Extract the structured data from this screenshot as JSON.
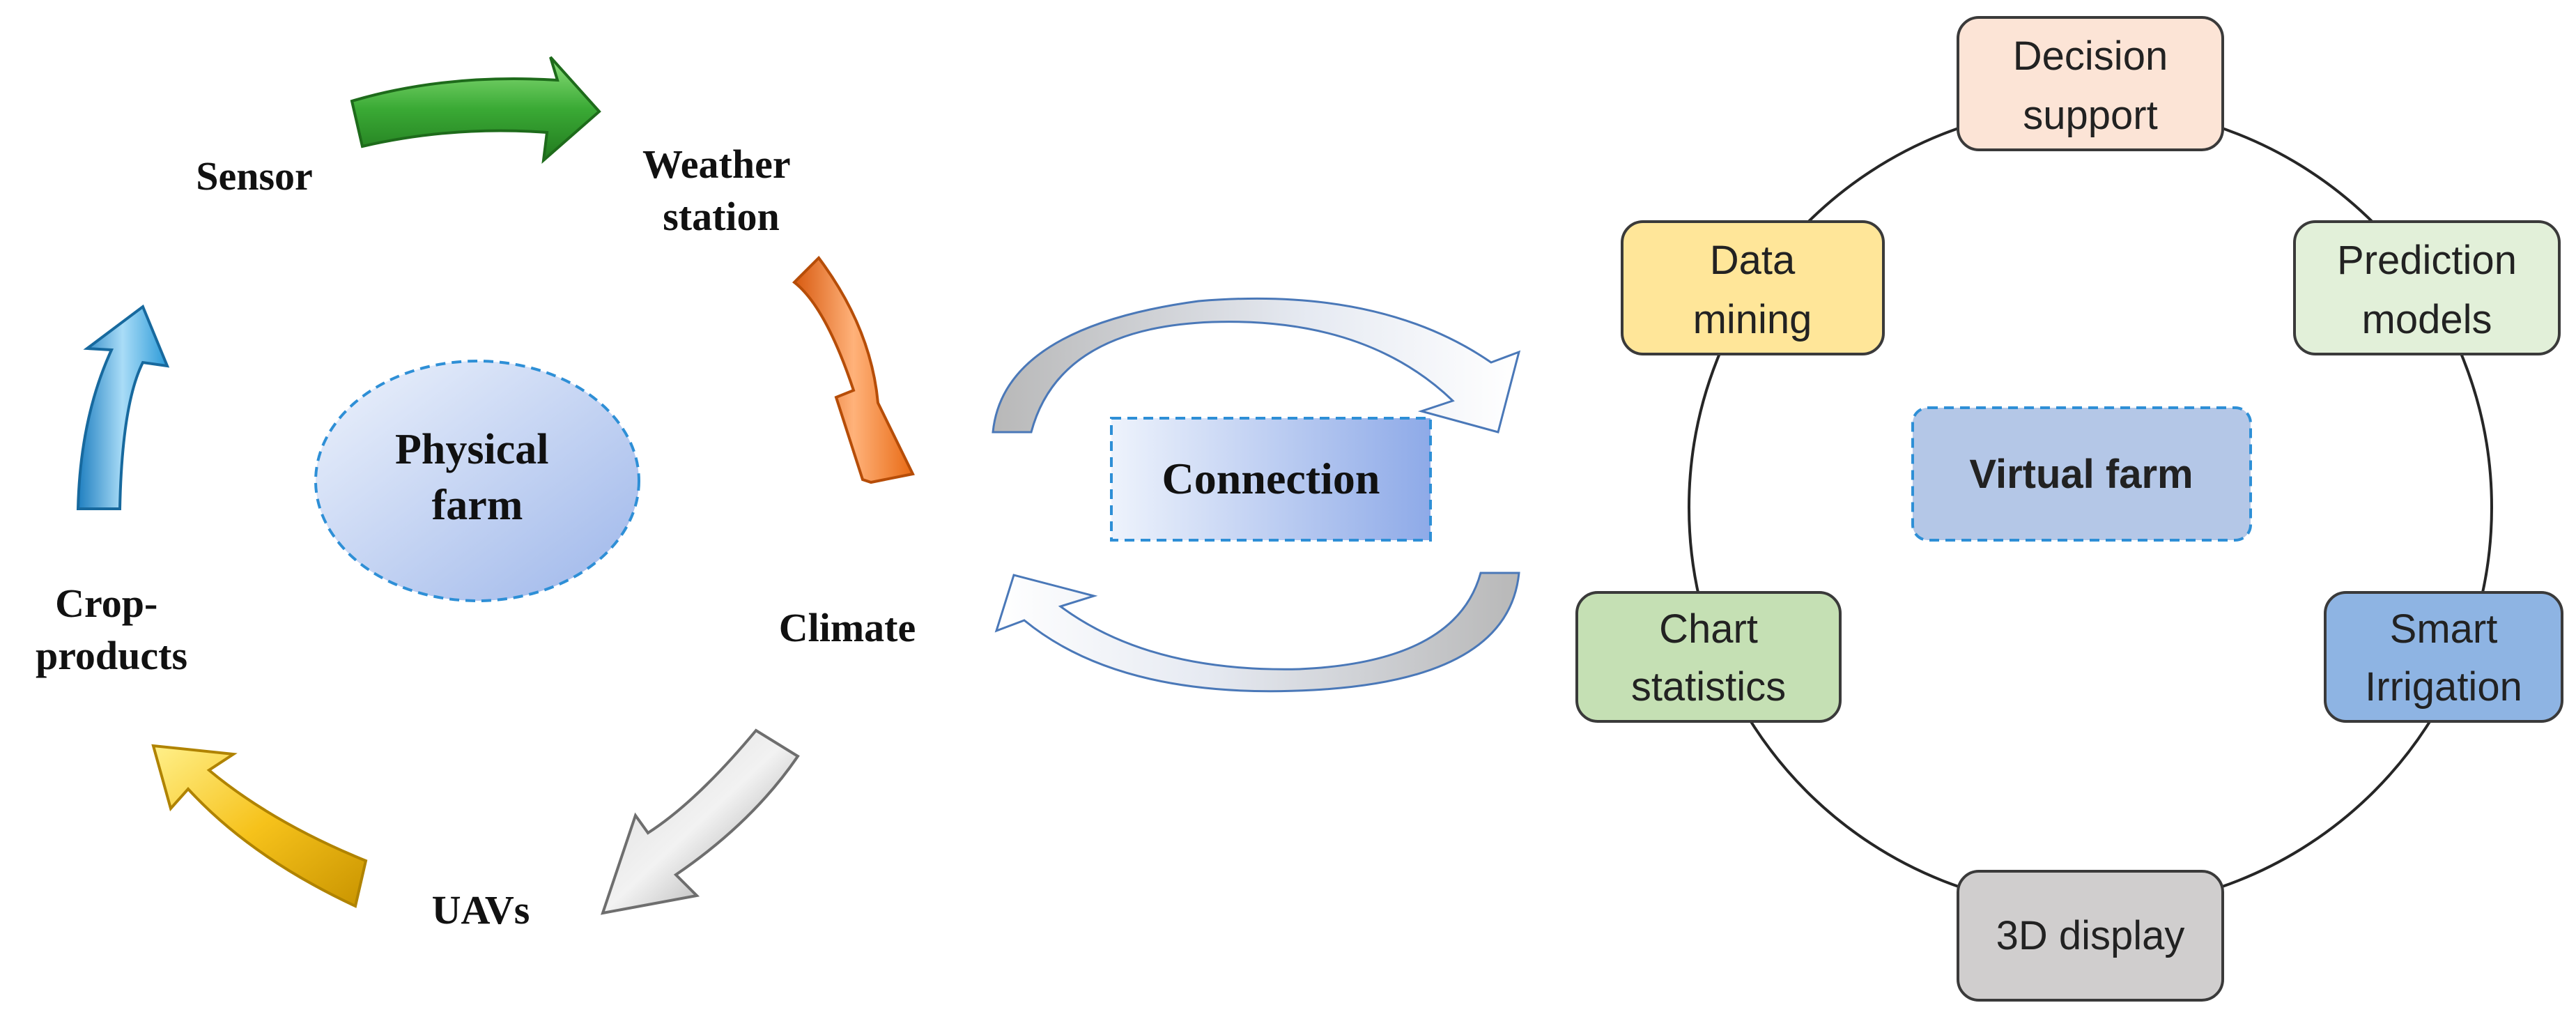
{
  "physical": {
    "center": "Physical farm",
    "cycle": [
      "Sensor",
      "Weather station",
      "Climate",
      "UAVs",
      "Crop-products"
    ]
  },
  "connection": "Connection",
  "virtual": {
    "center": "Virtual farm",
    "modules": [
      "Decision support",
      "Prediction models",
      "Smart Irrigation",
      "3D display",
      "Chart statistics",
      "Data mining"
    ]
  },
  "colors": {
    "green_arrow": "#3aaa35",
    "orange_arrow": "#f47a20",
    "gray_arrow": "#a6a6a6",
    "yellow_arrow": "#f6c21b",
    "blue_arrow": "#2b9ad8",
    "decision_support": "#fce4d6",
    "prediction_models": "#e2f0d9",
    "smart_irrigation": "#8eb4e3",
    "display_3d": "#d0cece",
    "chart_statistics": "#c5e0b4",
    "data_mining": "#ffe699",
    "virtual_farm": "#b4c7e7"
  }
}
